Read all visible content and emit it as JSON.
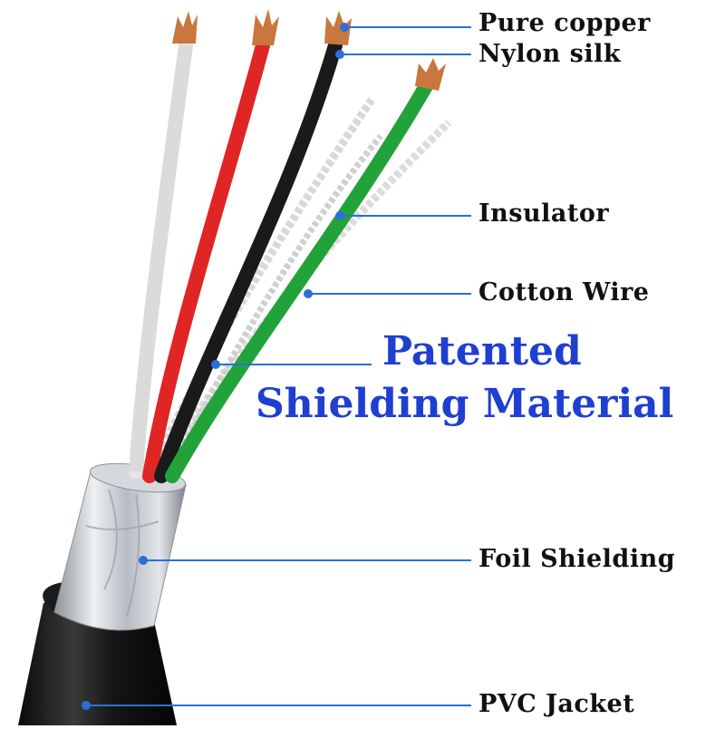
{
  "labels": {
    "pure_copper": "Pure copper",
    "nylon_silk": "Nylon silk",
    "insulator": "Insulator",
    "cotton_wire": "Cotton Wire",
    "foil_shielding": "Foil Shielding",
    "pvc_jacket": "PVC Jacket"
  },
  "headline": {
    "line1": "Patented",
    "line2": "Shielding Material"
  },
  "colors": {
    "leader": "#2a6fdb",
    "headline": "#1f3fd1",
    "wire_white": "#e6e6e6",
    "wire_red": "#e02525",
    "wire_black": "#1a1a1a",
    "wire_green": "#22a33a",
    "jacket": "#111111",
    "foil": "#c9cdd2",
    "copper": "#c9773e"
  }
}
